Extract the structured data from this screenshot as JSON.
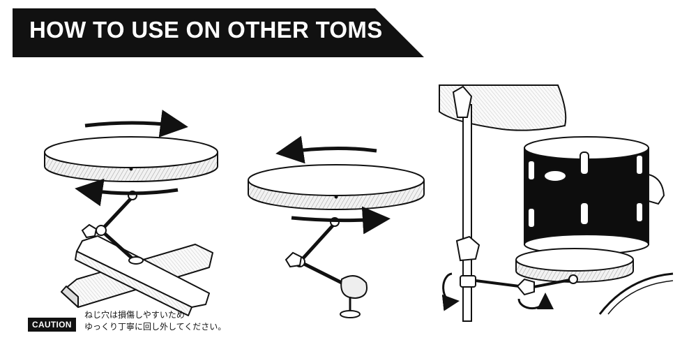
{
  "banner": {
    "title": "HOW TO USE ON OTHER TOMS",
    "bg_color": "#111111",
    "text_color": "#ffffff"
  },
  "caution": {
    "label": "CAUTION",
    "line1": "ねじ穴は損傷しやすいため",
    "line2": "ゆっくり丁寧に回し外してください。"
  },
  "illustrations": {
    "icons": [
      "rotate-right-arrow-icon",
      "rotate-left-arrow-icon",
      "knob-turn-icon"
    ]
  }
}
